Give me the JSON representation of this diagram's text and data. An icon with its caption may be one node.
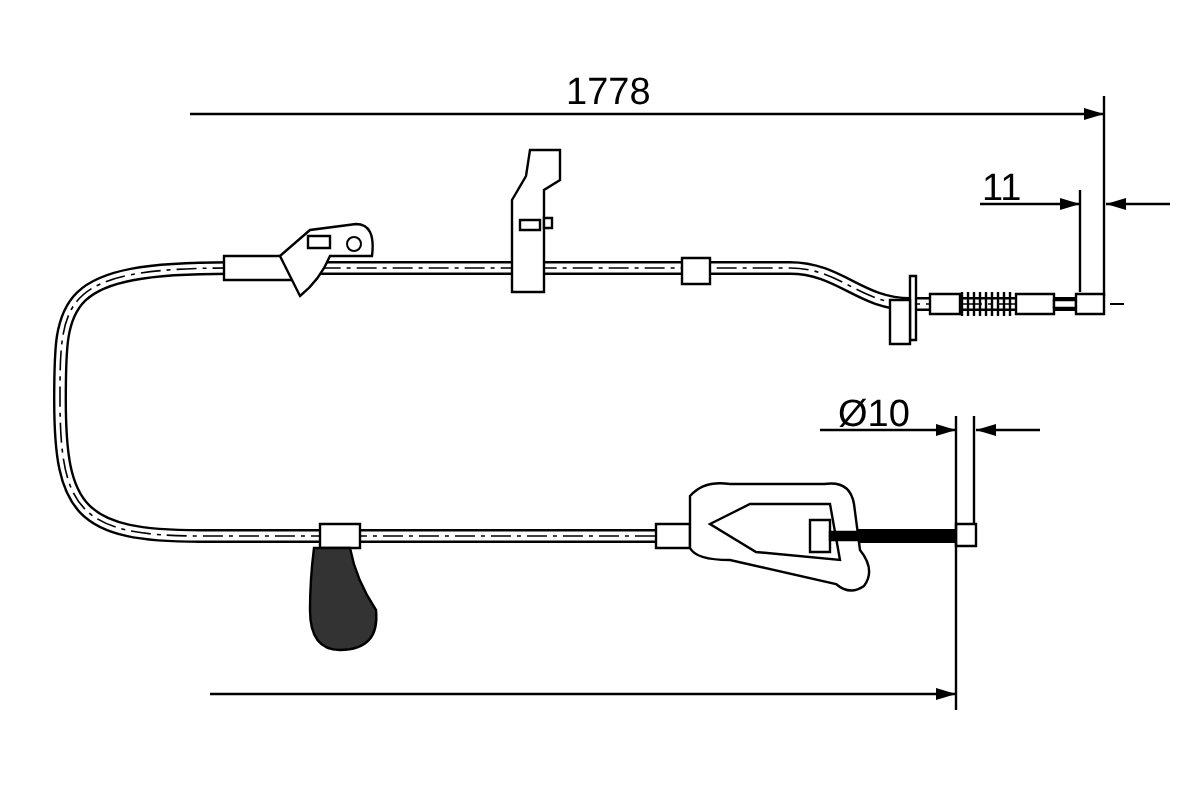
{
  "diagram": {
    "labels": [
      "1778",
      "11",
      "Ø10"
    ]
  }
}
